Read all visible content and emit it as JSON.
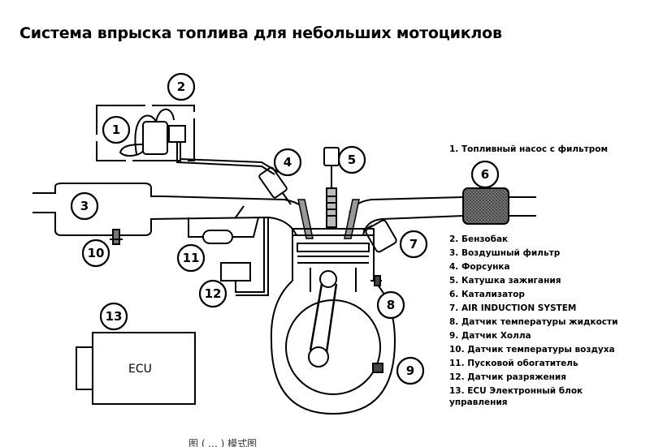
{
  "title": "Система впрыска топлива для небольших мотоциклов",
  "callouts": [
    "1",
    "2",
    "3",
    "4",
    "5",
    "6",
    "7",
    "8",
    "9",
    "10",
    "11",
    "12",
    "13"
  ],
  "ecu_label": "ECU",
  "legend_top": "1. Топливный насос с фильтром",
  "legend": [
    "2. Бензобак",
    "3. Воздушный фильтр",
    "4. Форсунка",
    "5. Катушка зажигания",
    "6. Катализатор",
    "7. AIR INDUCTION SYSTEM",
    "8. Датчик температуры жидкости",
    "9. Датчик Холла",
    "10. Датчик температуры воздуха",
    "11. Пусковой обогатитель",
    "12. Датчик разряжения",
    "13. ECU Электронный блок",
    "управления"
  ],
  "caption": "图  ( ... ) 模式图"
}
